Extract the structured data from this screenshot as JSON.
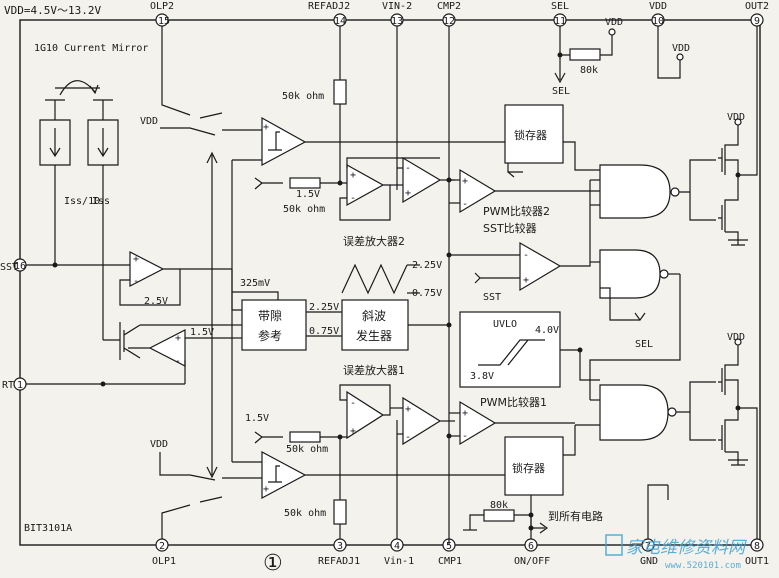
{
  "supply": "VDD=4.5V～13.2V",
  "chip_name": "BIT3101A",
  "mirror_label": "1G10 Current Mirror",
  "figure_number": "①",
  "top_pins": [
    {
      "num": "15",
      "name": "OLP2"
    },
    {
      "num": "14",
      "name": "REFADJ2"
    },
    {
      "num": "13",
      "name": "VIN-2"
    },
    {
      "num": "12",
      "name": "CMP2"
    },
    {
      "num": "11",
      "name": "SEL"
    },
    {
      "num": "10",
      "name": "VDD"
    },
    {
      "num": "9",
      "name": "OUT2"
    }
  ],
  "bottom_pins": [
    {
      "num": "2",
      "name": "OLP1"
    },
    {
      "num": "3",
      "name": "REFADJ1"
    },
    {
      "num": "4",
      "name": "Vin-1"
    },
    {
      "num": "5",
      "name": "CMP1"
    },
    {
      "num": "6",
      "name": "ON/OFF"
    },
    {
      "num": "7",
      "name": "GND"
    },
    {
      "num": "8",
      "name": "OUT1"
    }
  ],
  "left_pins": [
    {
      "num": "16",
      "name": "SST"
    },
    {
      "num": "1",
      "name": "RT"
    }
  ],
  "labels": {
    "vdd": "VDD",
    "iss10": "Iss/10",
    "iss": "Iss",
    "r50k": "50k ohm",
    "r80k": "80k",
    "sel_out": "SEL",
    "v15": "1.5V",
    "v25": "2.5V",
    "v325": "325mV",
    "v225": "2.25V",
    "v075": "0.75V",
    "v225b": "2.25V",
    "v075b": "0.75V",
    "bandgap": [
      "带隙",
      "参考"
    ],
    "ramp": [
      "斜波",
      "发生器"
    ],
    "latch": "锁存器",
    "err_amp2": "误差放大器2",
    "err_amp1": "误差放大器1",
    "pwm2": "PWM比较器2",
    "sst_cmp": "SST比较器",
    "pwm1": "PWM比较器1",
    "sst": "SST",
    "sel2": "SEL",
    "uvlo": "UVLO",
    "uvlo_hi": "4.0V",
    "uvlo_lo": "3.8V",
    "to_all": "到所有电路"
  },
  "watermark": {
    "title": "家电维修资料网",
    "url": "www.520101.com"
  }
}
